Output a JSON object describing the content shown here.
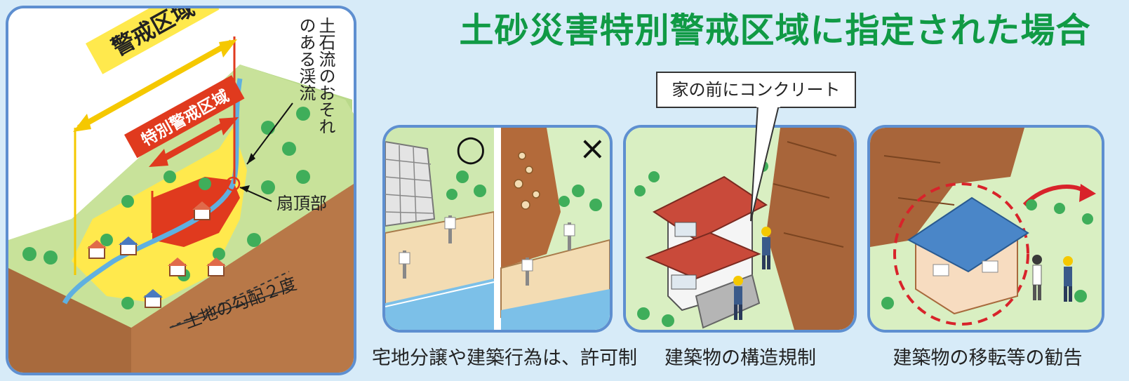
{
  "title": "土砂災害特別警戒区域に指定された場合",
  "left_diagram": {
    "zone_label": "警戒区域",
    "special_zone_label": "特別警戒区域",
    "stream_label_line1": "土石流のおそれ",
    "stream_label_line2": "のある渓流",
    "fan_apex_label": "扇頂部",
    "slope_label": "土地の勾配２度"
  },
  "scenes": {
    "permit": {
      "good_mark": "○",
      "bad_mark": "×",
      "caption": "宅地分譲や建築行為は、許可制"
    },
    "structure": {
      "callout": "家の前にコンクリート",
      "caption": "建築物の構造規制"
    },
    "relocation": {
      "caption": "建築物の移転等の勧告"
    }
  },
  "colors": {
    "background": "#d7ebf8",
    "title_green": "#109a45",
    "panel_border": "#5e8fd0",
    "warning_yellow": "#ffe94d",
    "special_red": "#e03a1e"
  }
}
